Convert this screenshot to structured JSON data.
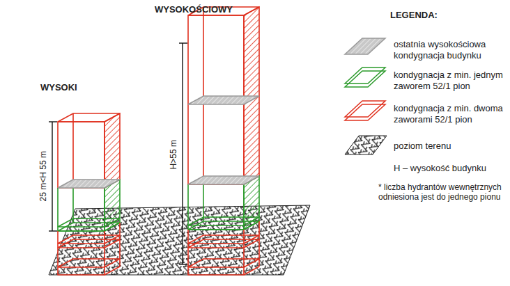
{
  "diagram": {
    "labels": [
      "WYSOKOŚCIOWY",
      "WYSOKI",
      "25 m<H 55 m",
      "H>55 m",
      "LEGENDA:",
      "* liczba hydrantów wewnętrznych odniesiona jest do jednego pionu"
    ],
    "legend": [
      {
        "text": "ostatnia wysokościowa kondygnacja budynku"
      },
      {
        "text": "kondygnacja z min. jednym zaworem 52/1 pion"
      },
      {
        "text": "kondygnacja z min. dwoma zaworami 52/1 pion"
      },
      {
        "text": "poziom terenu"
      },
      {
        "text": "H – wysokość budynku"
      }
    ]
  }
}
